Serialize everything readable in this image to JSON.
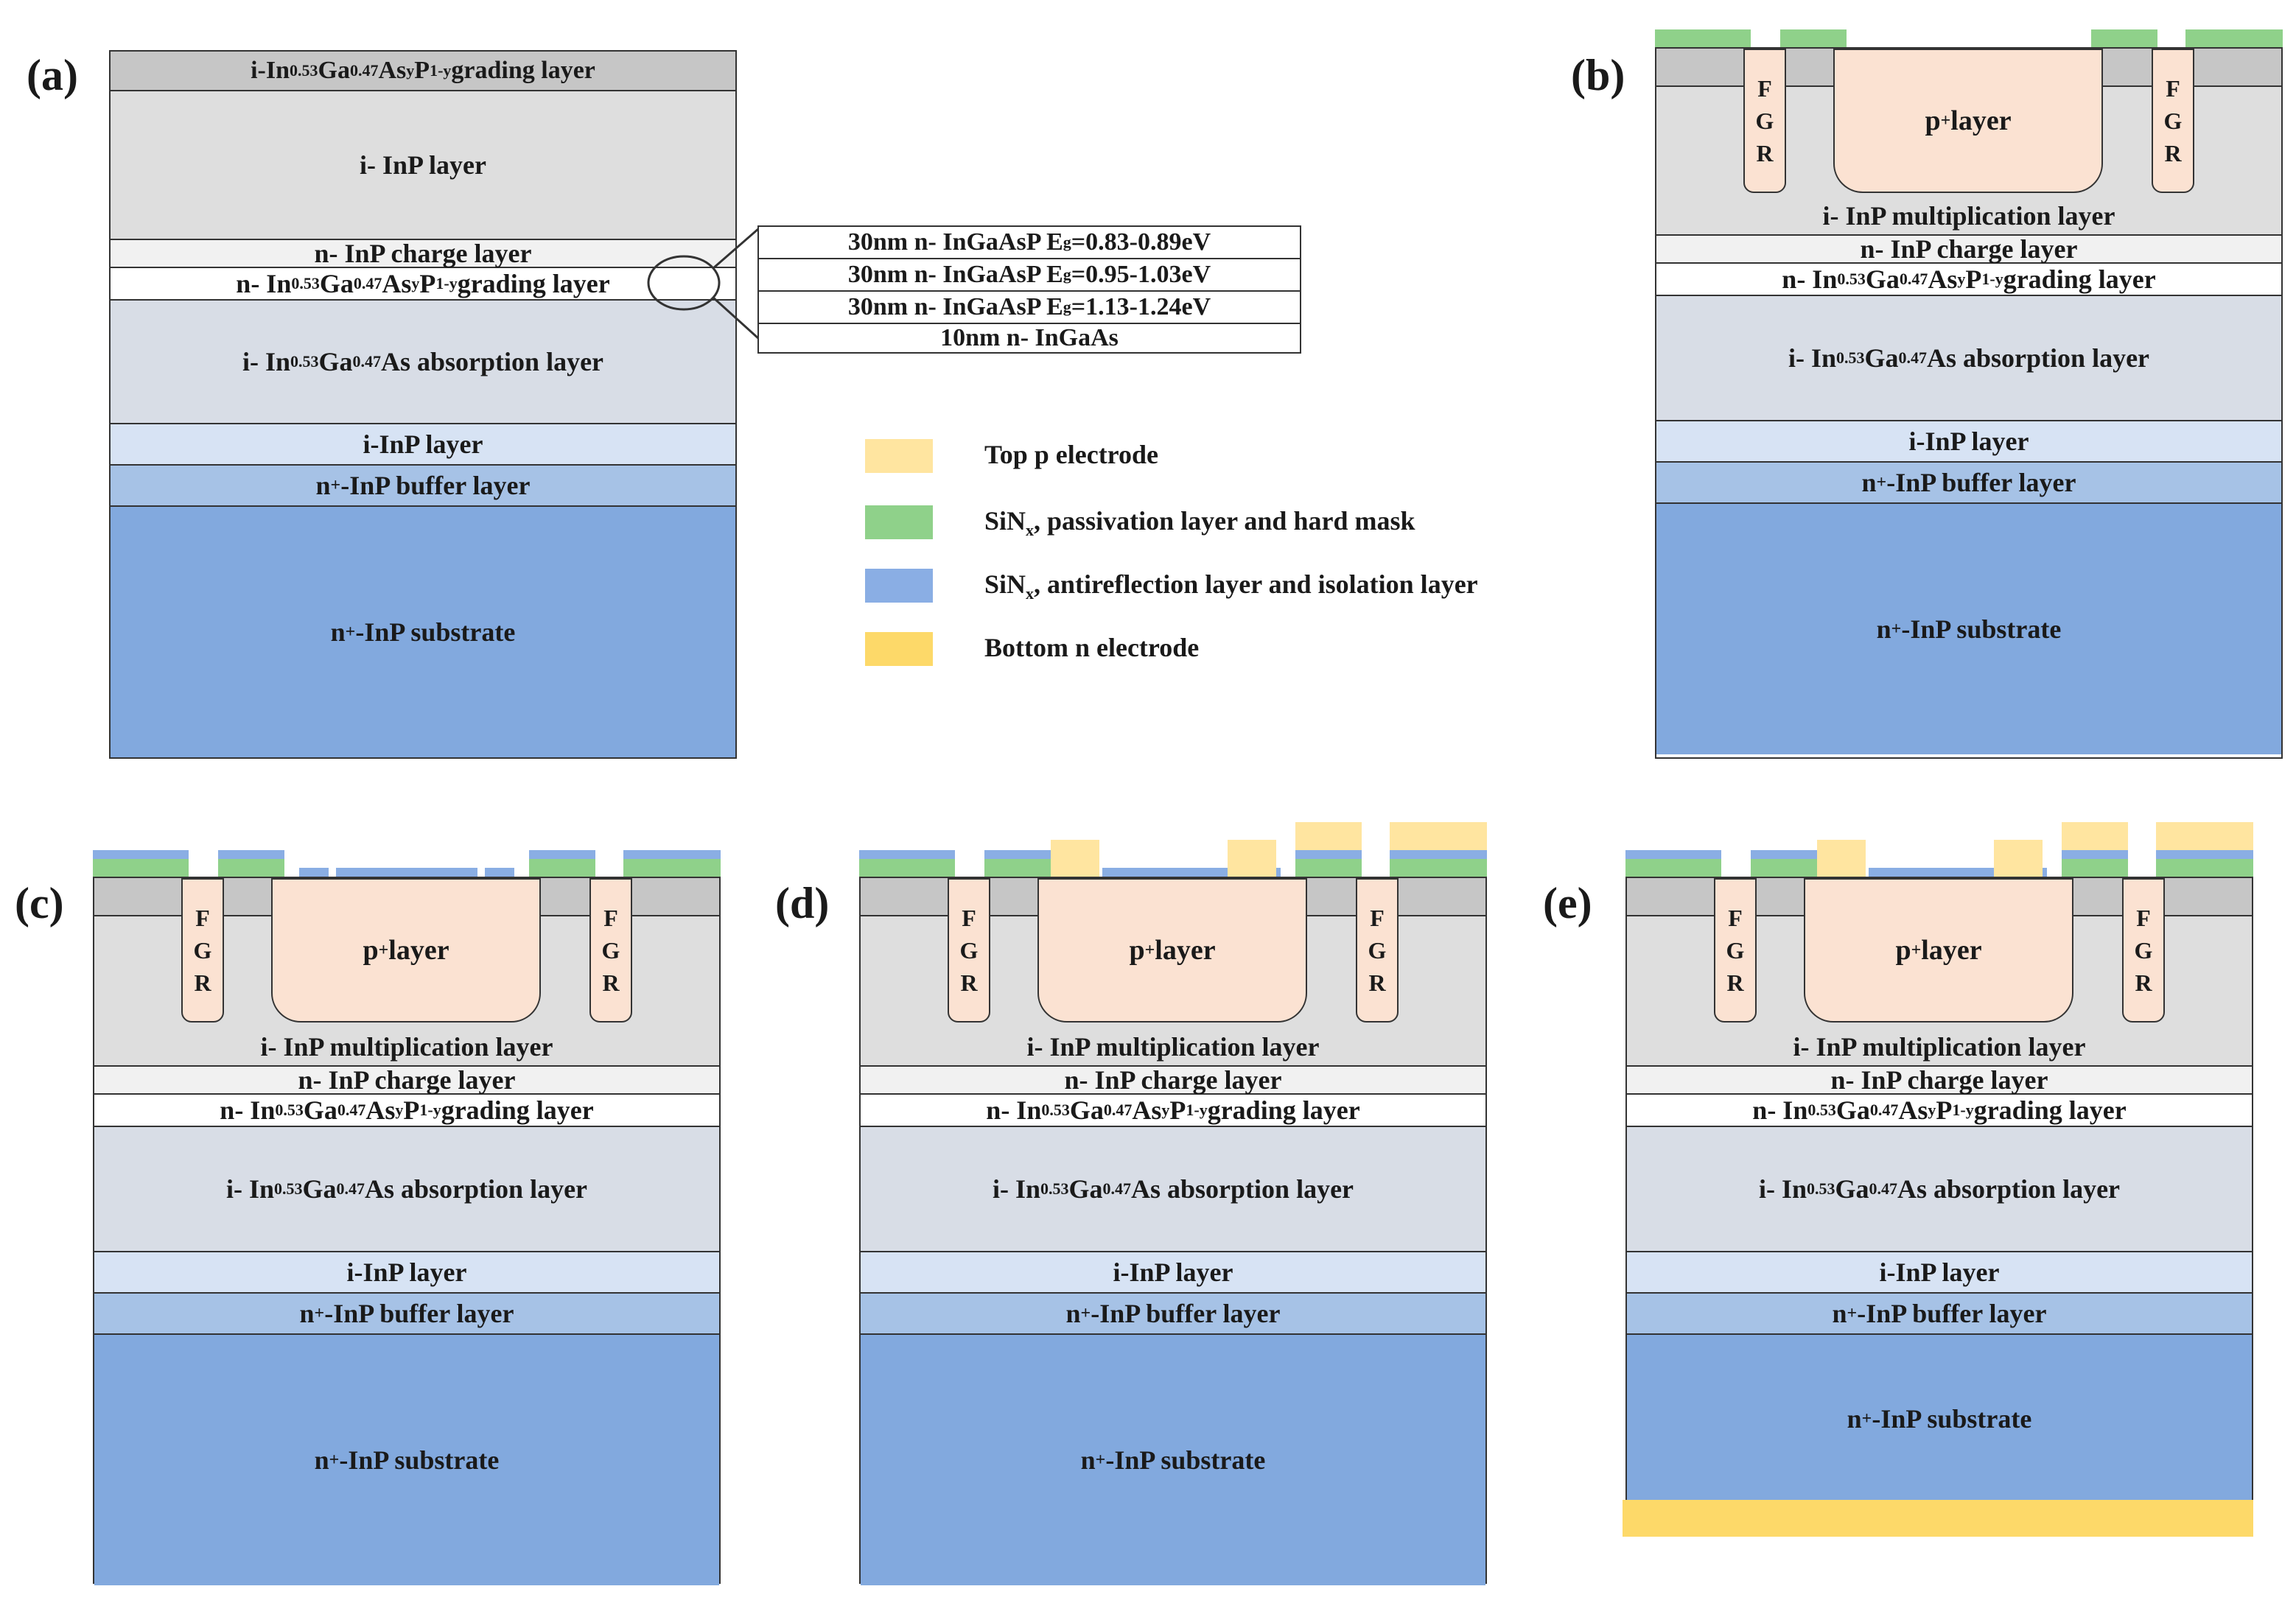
{
  "panels": {
    "a": "(a)",
    "b": "(b)",
    "c": "(c)",
    "d": "(d)",
    "e": "(e)"
  },
  "layers": {
    "top_grading": {
      "pre": "i-In",
      "s1": "0.53",
      "m1": "Ga",
      "s2": "0.47",
      "m2": "As",
      "s3": "y",
      "m3": "P",
      "s4": "1-y",
      "post": " grading layer"
    },
    "inp": "i- InP  layer",
    "charge": "n- InP charge layer",
    "n_grading": {
      "pre": "n- In",
      "s1": "0.53",
      "m1": "Ga",
      "s2": "0.47",
      "m2": "As",
      "s3": "y",
      "m3": "P",
      "s4": "1-y",
      "post": " grading layer"
    },
    "absorption": {
      "pre": "i- In",
      "s1": "0.53",
      "m1": "Ga",
      "s2": "0.47",
      "post": "As absorption layer"
    },
    "i_inp": "i-InP layer",
    "buffer": {
      "pre": "n",
      "sup": "+",
      "post": " -InP buffer layer"
    },
    "substrate": {
      "pre": "n",
      "sup": "+",
      "post": " -InP substrate"
    },
    "multiplication": "i- InP multiplication layer",
    "p_layer": {
      "pre": "p",
      "sup": "+",
      "post": " layer"
    },
    "fgr": [
      "F",
      "G",
      "R"
    ]
  },
  "callout": [
    {
      "pre": "30nm n- InGaAsP E",
      "sub": "g",
      "post": "=0.83-0.89eV"
    },
    {
      "pre": "30nm n- InGaAsP E",
      "sub": "g",
      "post": "=0.95-1.03eV"
    },
    {
      "pre": "30nm n- InGaAsP E",
      "sub": "g",
      "post": "=1.13-1.24eV"
    },
    {
      "pre": "10nm n- InGaAs",
      "sub": "",
      "post": ""
    }
  ],
  "legend": [
    {
      "pre": "Top p electrode",
      "sub": "",
      "post": "",
      "color": "#ffe5a0"
    },
    {
      "pre": "SiN",
      "sub": "x",
      "post": ", passivation layer and hard mask",
      "color": "#8fd18a"
    },
    {
      "pre": "SiN",
      "sub": "x",
      "post": ", antireflection layer and isolation layer",
      "color": "#8aaee4"
    },
    {
      "pre": "Bottom n electrode",
      "sub": "",
      "post": "",
      "color": "#fdd969"
    }
  ]
}
